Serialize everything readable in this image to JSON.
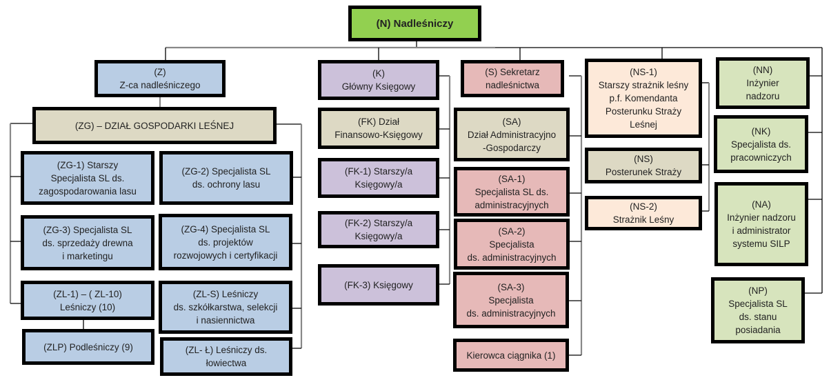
{
  "title": "Schemat organizacyjny nadleśnictwa",
  "colors": {
    "head": "#92d050",
    "deputy": "#b9cde4",
    "department": "#ddd9c4",
    "accounting": "#ccc1da",
    "secretary": "#e6b9b8",
    "guard": "#fde9d9",
    "supervision": "#d7e4bd"
  },
  "nodes": {
    "n": "(N) Nadleśniczy",
    "z": "(Z)\nZ-ca nadleśniczego",
    "zg": "(ZG) – DZIAŁ GOSPODARKI LEŚNEJ",
    "zg1": "(ZG-1) Starszy\nSpecjalista SL ds.\nzagospodarowania lasu",
    "zg2": "(ZG-2) Specjalista SL\nds. ochrony lasu",
    "zg3": "(ZG-3) Specjalista SL\nds. sprzedaży drewna\ni marketingu",
    "zg4": "(ZG-4) Specjalista SL\nds. projektów\nrozwojowych i certyfikacji",
    "zl": "(ZL-1) – ( ZL-10)\nLeśniczy (10)",
    "zls": "(ZL-S) Leśniczy\nds. szkółkarstwa, selekcji\ni nasiennictwa",
    "zlp": "(ZLP) Podleśniczy (9)",
    "zll": "(ZL- Ł) Leśniczy ds.\nłowiectwa",
    "k": "(K)\nGłówny Księgowy",
    "fk": "(FK) Dział\nFinansowo-Księgowy",
    "fk1": "(FK-1) Starszy/a\nKsięgowy/a",
    "fk2": "(FK-2) Starszy/a\nKsięgowy/a",
    "fk3": "(FK-3) Księgowy",
    "s": "(S) Sekretarz\nnadleśnictwa",
    "sa": "(SA)\nDział Administracyjno\n-Gospodarczy",
    "sa1": "(SA-1)\nSpecjalista SL ds.\nadministracyjnych",
    "sa2": "(SA-2)\nSpecjalista\nds. administracyjnych",
    "sa3": "(SA-3)\nSpecjalista\nds. administracyjnych",
    "kc": "Kierowca ciągnika (1)",
    "ns1": "(NS-1)\nStarszy strażnik leśny\np.f. Komendanta\nPosterunku Straży\nLeśnej",
    "ns": "(NS)\nPosterunek Straży",
    "ns2": "(NS-2)\nStrażnik Leśny",
    "nn": "(NN)\nInżynier\nnadzoru",
    "nk": "(NK)\nSpecjalista ds.\npracowniczych",
    "na": "(NA)\nInżynier nadzoru\ni administrator\nsystemu SILP",
    "np": "(NP)\nSpecjalista SL\nds. stanu\nposiadania"
  }
}
